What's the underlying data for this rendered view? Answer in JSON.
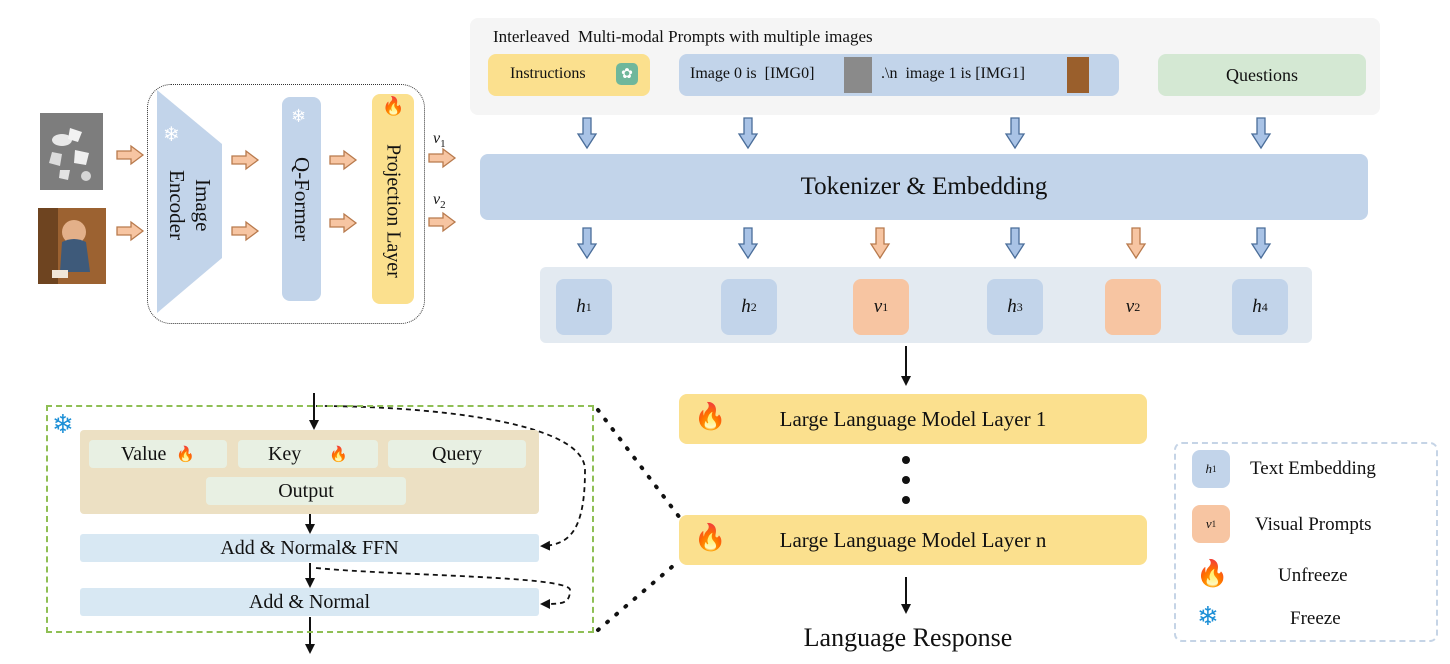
{
  "colors": {
    "text_token": "#c2d4ea",
    "visual_token": "#f7c5a2",
    "llm_layer": "#fbe08e",
    "questions": "#d4e8d3",
    "arrow_fill": "#f7c5a2",
    "arrow_blue": "#a9c3e6",
    "dash_green": "#8fbf55"
  },
  "prompt_panel": {
    "title": "Interleaved  Multi-modal Prompts with multiple images",
    "instructions": "Instructions",
    "image_text_a": "Image 0 is  [IMG0]",
    "image_text_b": ".\\n  image 1 is [IMG1]",
    "questions": "Questions"
  },
  "encoder_panel": {
    "image_encoder": "Image Encoder",
    "q_former": "Q-Former",
    "projection_layer": "Projection Layer",
    "v1": "v",
    "v1_sub": "1",
    "v2": "v",
    "v2_sub": "2"
  },
  "tokenizer": "Tokenizer & Embedding",
  "tokens": [
    {
      "base": "h",
      "sub": "1",
      "kind": "text"
    },
    {
      "base": "h",
      "sub": "2",
      "kind": "text"
    },
    {
      "base": "v",
      "sub": "1",
      "kind": "visual"
    },
    {
      "base": "h",
      "sub": "3",
      "kind": "text"
    },
    {
      "base": "v",
      "sub": "2",
      "kind": "visual"
    },
    {
      "base": "h",
      "sub": "4",
      "kind": "text"
    }
  ],
  "llm": {
    "layer_1": "Large Language Model Layer 1",
    "layer_n": "Large Language Model Layer n",
    "response": "Language Response"
  },
  "layer_detail": {
    "value": "Value",
    "key": "Key",
    "query": "Query",
    "output": "Output",
    "add_norm_ffn": "Add & Normal& FFN",
    "add_norm": "Add & Normal"
  },
  "legend": {
    "token_h": "h",
    "token_h_sub": "1",
    "token_v": "v",
    "token_v_sub": "1",
    "text_embedding": "Text Embedding",
    "visual_prompts": "Visual Prompts",
    "unfreeze": "Unfreeze",
    "freeze": "Freeze"
  },
  "icons": {
    "flame": "flame-icon",
    "snowflake": "snowflake-icon",
    "openai": "openai-logo-icon"
  }
}
